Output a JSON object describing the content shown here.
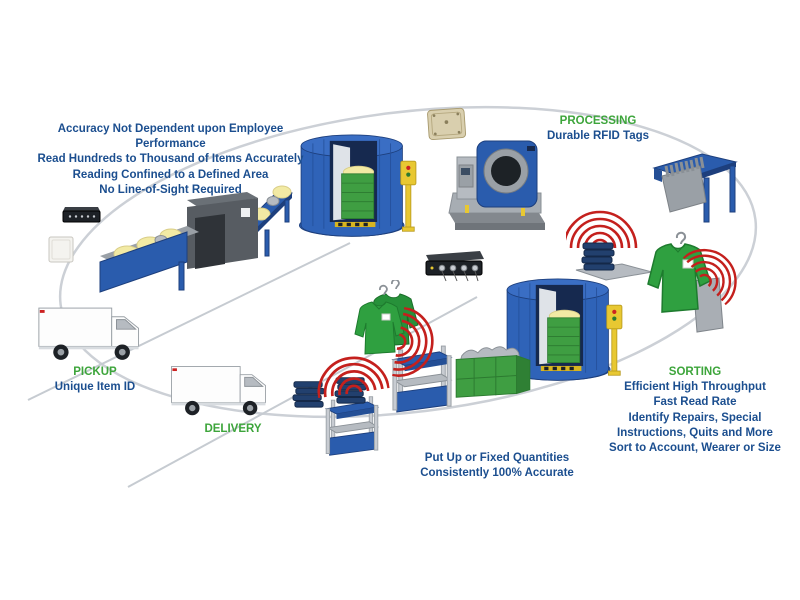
{
  "colors": {
    "text_blue": "#1b4e8f",
    "text_green": "#3da53b",
    "signal_red": "#c4201d",
    "machine_blue": "#2a5cad",
    "machine_blue_dark": "#1d3f7d",
    "cart_green": "#3f9e42",
    "linen_navy": "#22406e",
    "machine_gray": "#575c62",
    "pole_yellow": "#e8c832",
    "ellipse_gray": "#ccd0d6"
  },
  "stages": {
    "receiving": {
      "lines": [
        "Accuracy Not Dependent upon Employee Performance",
        "Read Hundreds to Thousand of Items Accurately",
        "Reading Confined to a Defined Area",
        "No Line-of-Sight Required"
      ]
    },
    "processing": {
      "title": "PROCESSING",
      "subtitle": "Durable RFID Tags"
    },
    "pickup": {
      "title": "PICKUP",
      "subtitle": "Unique Item ID"
    },
    "delivery": {
      "title": "DELIVERY"
    },
    "sorting": {
      "title": "SORTING",
      "lines": [
        "Efficient High Throughput",
        "Fast Read Rate",
        "Identify Repairs, Special",
        "Instructions, Quits and More",
        "Sort to Account, Wearer or Size"
      ]
    },
    "putup": {
      "lines": [
        "Put Up or Fixed Quantities",
        "Consistently 100% Accurate"
      ]
    }
  },
  "icons": {
    "cycle-ellipse": "large gray oval workflow loop",
    "road-lines-icon": "diagonal gray road lines for trucks",
    "conveyor-illustration": "inclined laundry conveyor with dark scanning tunnel and yellow linen",
    "rfid-reader-icon": "small black RFID reader box",
    "rfid-tag-icon": "small white square RFID tag",
    "rfid-portal-illustration": "blue cylindrical RFID portal with green cart and yellow control pole",
    "tag-plate-icon": "beige RFID tag plate with corner screws",
    "washer-extractor-illustration": "industrial washer with blue front and round door",
    "garment-rail-illustration": "blue sorting rail with hanging gray garments",
    "antenna-reader-icon": "black multi-port RFID antenna reader with cables",
    "linen-stack-icon": "stack of folded navy linens",
    "radio-waves-icon": "red concentric RFID signal arcs",
    "garment-icon": "green uniform shirt on hanger",
    "locker-panel-icon": "gray reader panel behind garment",
    "laundry-cart-illustration": "green laundry hamper cart with gray linens",
    "utility-cart-illustration": "blue and gray shelved delivery cart",
    "truck-illustration": "white box delivery truck"
  }
}
